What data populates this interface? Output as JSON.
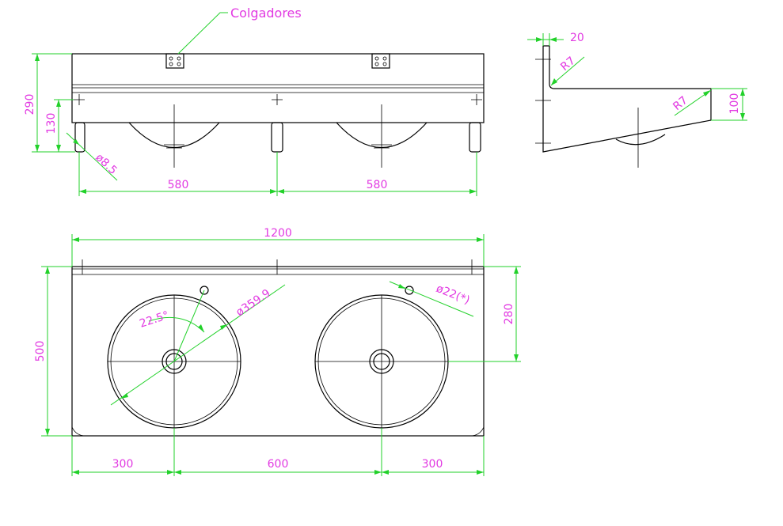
{
  "labels": {
    "hangers": "Colgadores"
  },
  "dimensions": {
    "front_height": "290",
    "front_lower_height": "130",
    "bracket_hole": "ø8.5",
    "front_span_left": "580",
    "front_span_right": "580",
    "side_top_width": "20",
    "side_radius_top": "R7",
    "side_radius_right": "R7",
    "side_height": "100",
    "total_width": "1200",
    "depth": "500",
    "bowl_diameter": "ø359.9",
    "angle": "22.5°",
    "tap_hole": "ø22(*)",
    "bowl_center_offset": "280",
    "left_edge_to_bowl": "300",
    "bowl_to_bowl": "600",
    "bowl_to_right_edge": "300"
  },
  "colors": {
    "object_lines": "#000000",
    "dimension_lines": "#22d12a",
    "dimension_text": "#e23ae2",
    "background": "#ffffff"
  }
}
